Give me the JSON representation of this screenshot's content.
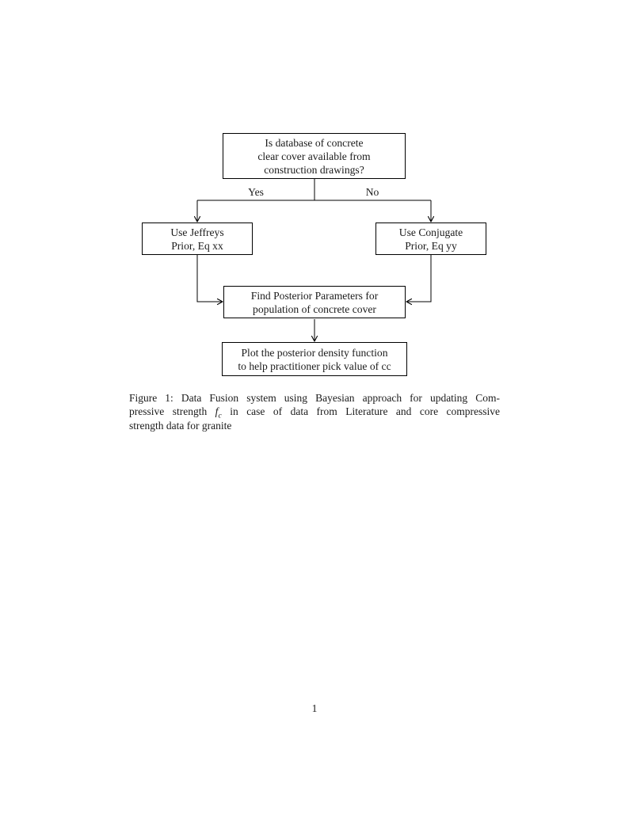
{
  "page": {
    "background": "#ffffff",
    "text_color": "#1b1b1b",
    "footer": {
      "page_number": "1"
    }
  },
  "flowchart": {
    "line_color": "#000000",
    "nodes": {
      "question": {
        "text": "Is database of concrete\nclear cover available from\nconstruction drawings?"
      },
      "jeffreys": {
        "text": "Use Jeffreys\nPrior, Eq xx"
      },
      "conjugate": {
        "text": "Use Conjugate\nPrior, Eq yy"
      },
      "posterior": {
        "text": "Find Posterior Parameters for\npopulation of concrete cover"
      },
      "plot": {
        "text": "Plot the posterior density function\nto help practitioner pick value of cc"
      }
    },
    "edge_labels": {
      "yes": "Yes",
      "no": "No"
    }
  },
  "caption": {
    "line1": "Figure 1: Data Fusion system using Bayesian approach for updating Com-",
    "line2_pre": "pressive strength",
    "math_base": "f",
    "math_sub": "c",
    "line2_post": "in case of data from Literature and core compressive",
    "line3": "strength data for granite"
  }
}
